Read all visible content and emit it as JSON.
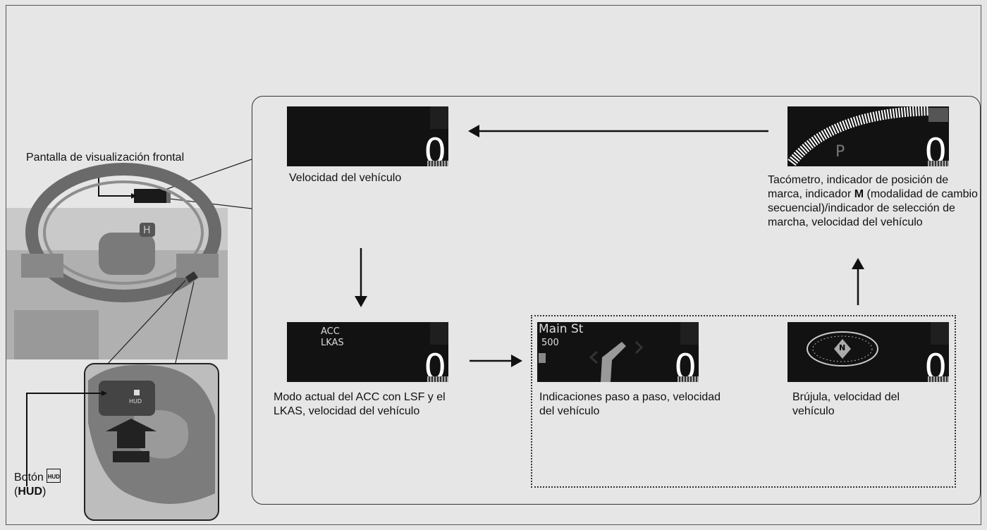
{
  "labels": {
    "hud_display": "Pantalla de visualización frontal",
    "button_prefix": "Botón",
    "button_name": "HUD",
    "button_glyph": "HUD"
  },
  "screens": {
    "speed": {
      "caption": "Velocidad del vehículo",
      "value": "0"
    },
    "acc": {
      "caption": "Modo actual del ACC con LSF y el LKAS, velocidad del vehículo",
      "line1": "ACC",
      "line2": "LKAS",
      "value": "0"
    },
    "nav": {
      "caption": "Indicaciones paso a paso, velocidad del vehículo",
      "street": "Main St",
      "distance": "500",
      "value": "0"
    },
    "compass": {
      "caption": "Brújula, velocidad del vehículo",
      "heading": "N",
      "value": "0"
    },
    "tach": {
      "caption_before": "Tacómetro, indicador de posición de marca, indicador ",
      "caption_bold": "M",
      "caption_after": " (modalidad de cambio secuencial)/indicador de selección de marcha, velocidad del vehículo",
      "gear": "P",
      "value": "0"
    }
  }
}
